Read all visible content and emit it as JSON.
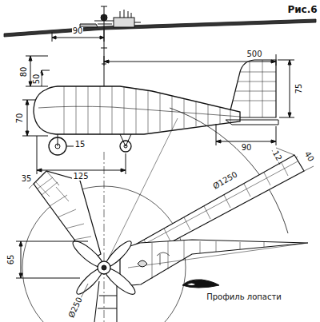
{
  "diagram": {
    "labels": [
      "Рис.6",
      "90",
      "500",
      "80",
      "50",
      "75",
      "70",
      "15",
      "125",
      "90",
      "35",
      "12",
      "40",
      "Ø1250",
      "65",
      "Ø250",
      "Профиль лопасти"
    ]
  }
}
